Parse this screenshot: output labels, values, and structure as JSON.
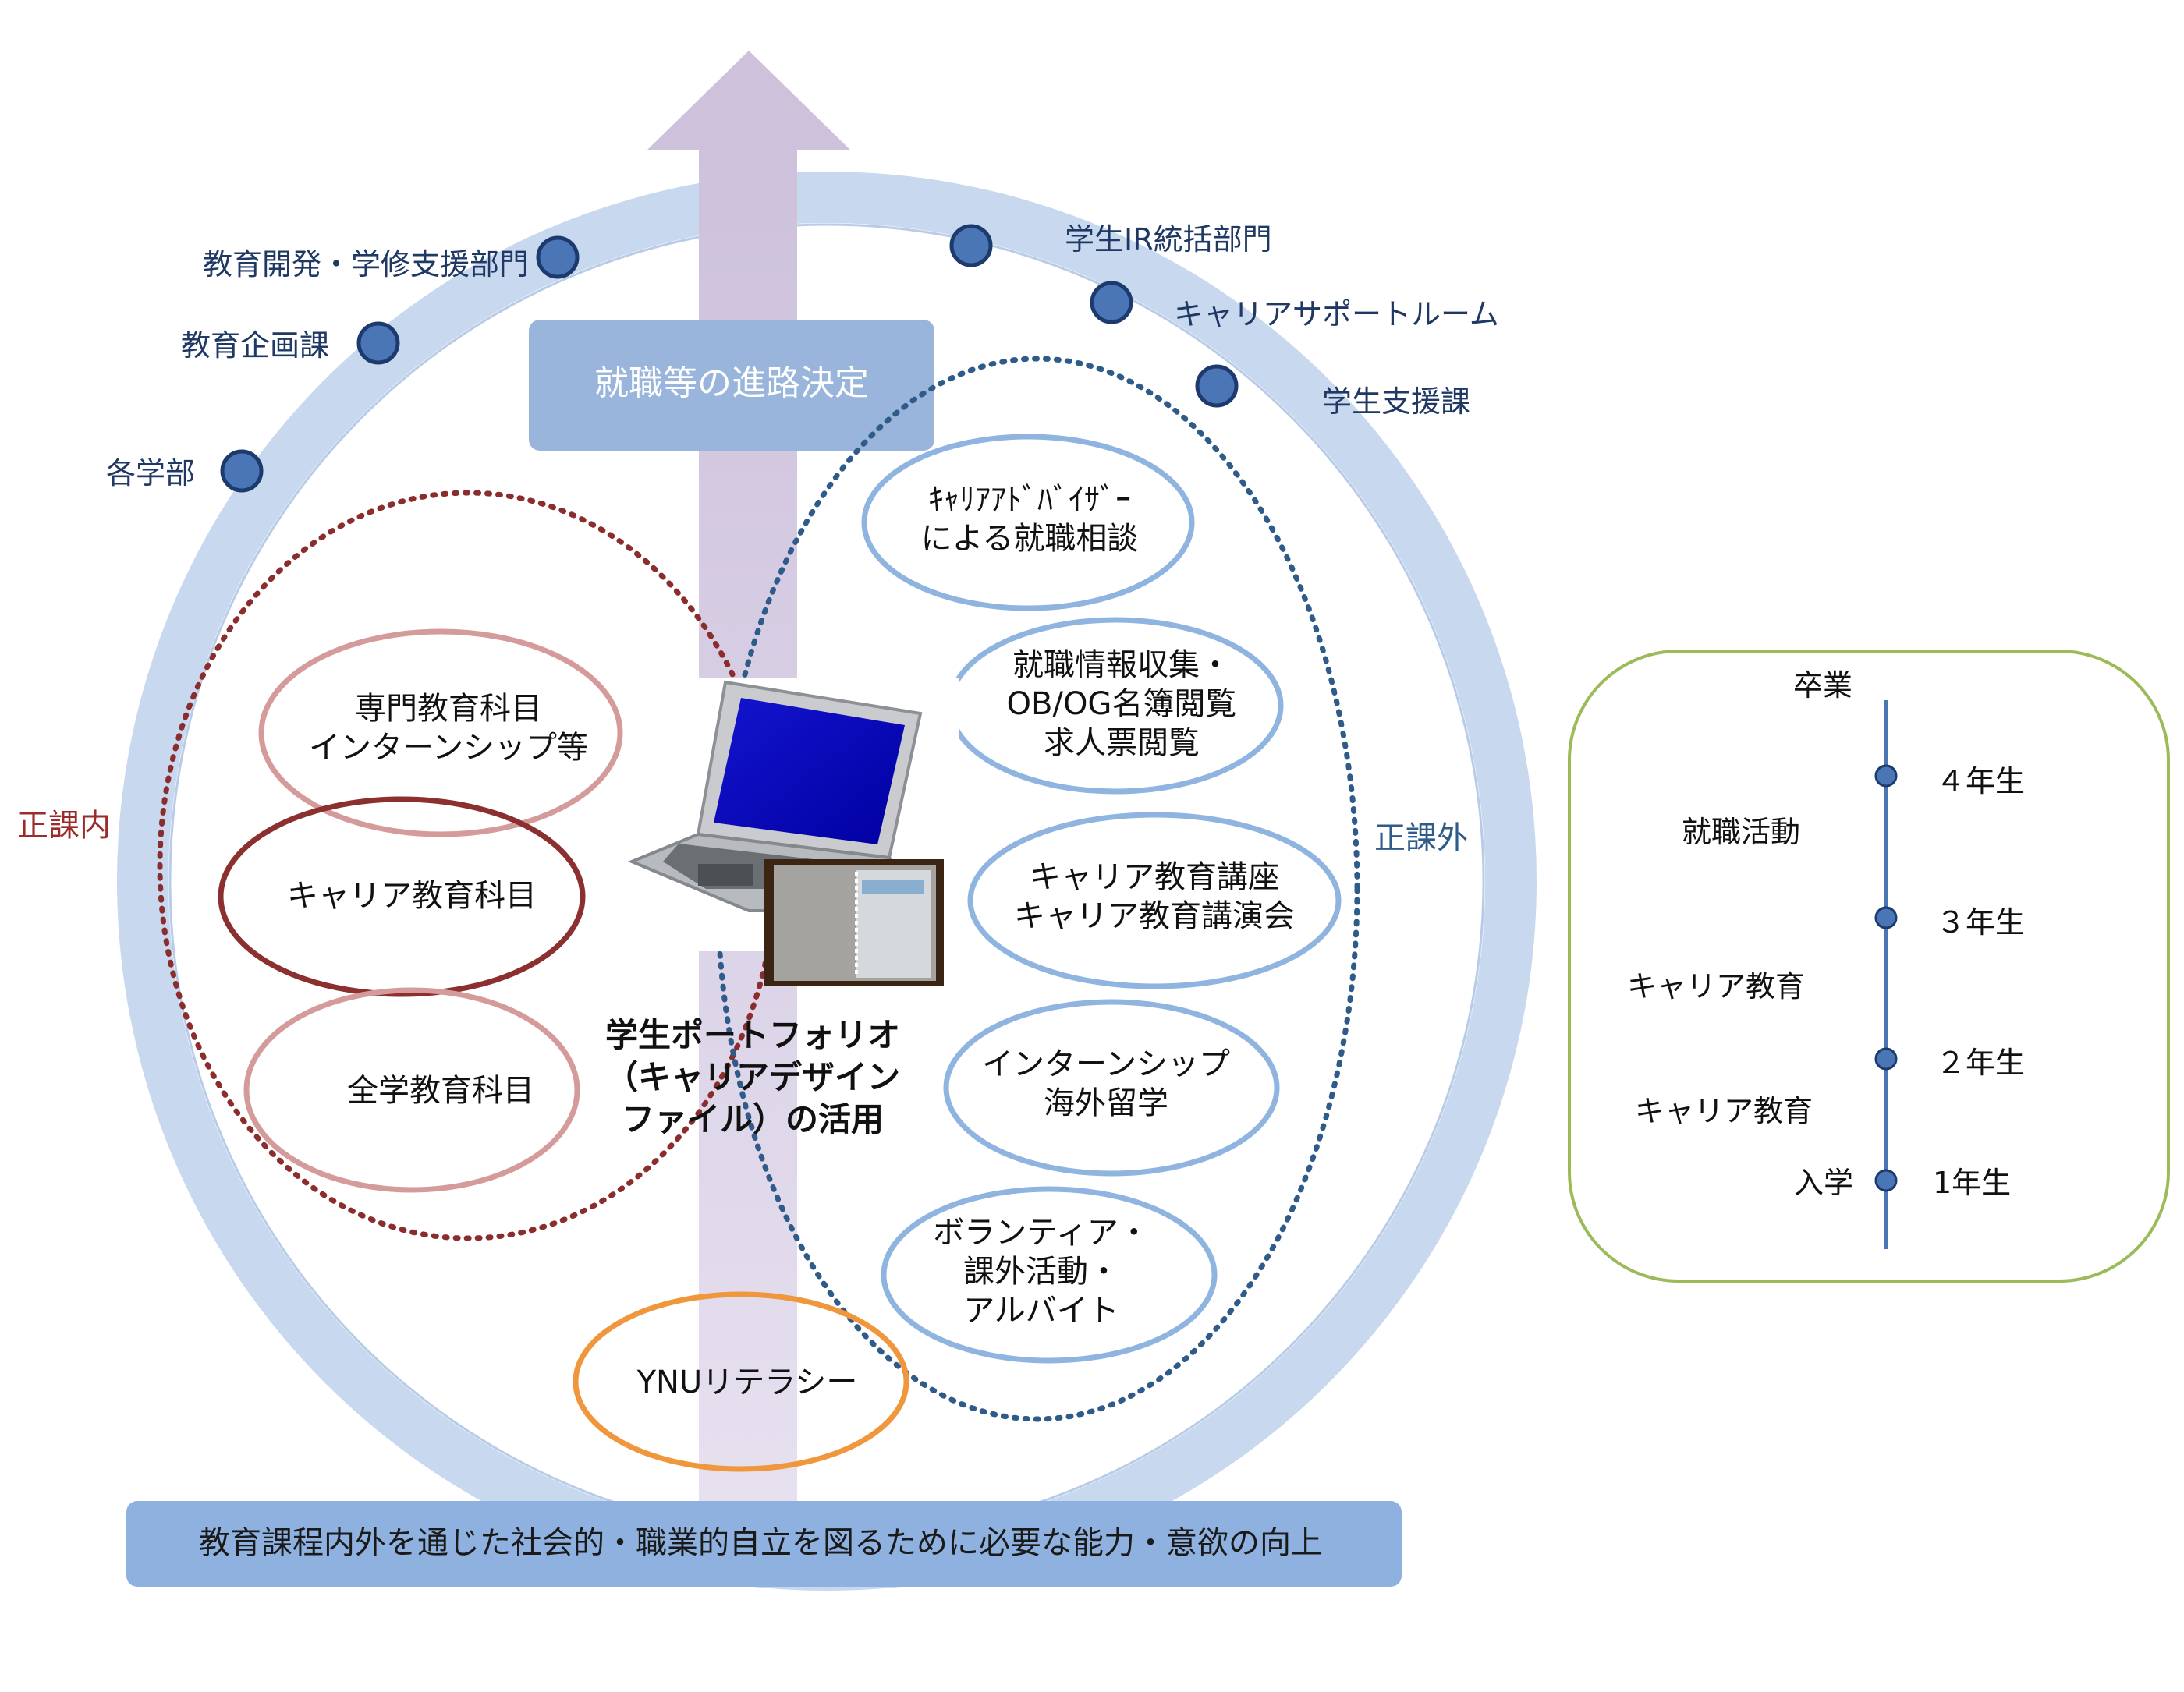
{
  "colors": {
    "ring": "#c8d8ee",
    "arrow_top": "#cdc1dc",
    "arrow_bottom": "#e3ddee",
    "node_fill": "#4a76b6",
    "node_stroke": "#1c3a6e",
    "dept_text": "#1f3864",
    "inner_dotted": "#8b2d2d",
    "outer_dotted": "#2e5b8a",
    "pink_ellipse": "#d59b9b",
    "dark_red_ellipse": "#8b2f2f",
    "blue_ellipse": "#8fb4e0",
    "orange_ellipse": "#f0963c",
    "decision_box": "#9ab5dc",
    "bottom_bar": "#8fb1e0",
    "timeline_border": "#9bbb59",
    "timeline_line": "#4a76b6"
  },
  "departments": [
    {
      "id": "kyoiku-kaihatsu",
      "label": "教育開発・学修支援部門"
    },
    {
      "id": "kyoiku-kikaku",
      "label": "教育企画課"
    },
    {
      "id": "kakugakubu",
      "label": "各学部"
    },
    {
      "id": "gakusei-ir",
      "label": "学生IR統括部門"
    },
    {
      "id": "career-support",
      "label": "キャリアサポートルーム"
    },
    {
      "id": "gakusei-shien",
      "label": "学生支援課"
    }
  ],
  "decision_box": {
    "label": "就職等の進路決定"
  },
  "left_label": "正課内",
  "right_label": "正課外",
  "left_items": [
    {
      "id": "senmon",
      "lines": [
        "専門教育科目",
        "インターンシップ等"
      ]
    },
    {
      "id": "career-kamoku",
      "lines": [
        "キャリア教育科目"
      ]
    },
    {
      "id": "zengaku",
      "lines": [
        "全学教育科目"
      ]
    }
  ],
  "right_items": [
    {
      "id": "advisor",
      "lines": [
        "ｷｬﾘｱｱﾄﾞﾊﾞｲｻﾞｰ",
        "による就職相談"
      ]
    },
    {
      "id": "joho",
      "lines": [
        "就職情報収集・",
        "OB/OG名簿閲覧",
        "求人票閲覧"
      ]
    },
    {
      "id": "koza",
      "lines": [
        "キャリア教育講座",
        "キャリア教育講演会"
      ]
    },
    {
      "id": "intern",
      "lines": [
        "インターンシップ",
        "海外留学"
      ]
    },
    {
      "id": "volunteer",
      "lines": [
        "ボランティア・",
        "課外活動・",
        "アルバイト"
      ]
    }
  ],
  "ynu_literacy": "YNUリテラシー",
  "portfolio_lines": [
    "学生ポートフォリオ",
    "（キャリアデザイン",
    "ファイル）の活用"
  ],
  "bottom_bar": "教育課程内外を通じた社会的・職業的自立を図るために必要な能力・意欲の向上",
  "timeline": {
    "top_label": "卒業",
    "years": [
      "４年生",
      "３年生",
      "２年生",
      "1年生"
    ],
    "activities": [
      "就職活動",
      "キャリア教育",
      "キャリア教育",
      "入学"
    ]
  }
}
